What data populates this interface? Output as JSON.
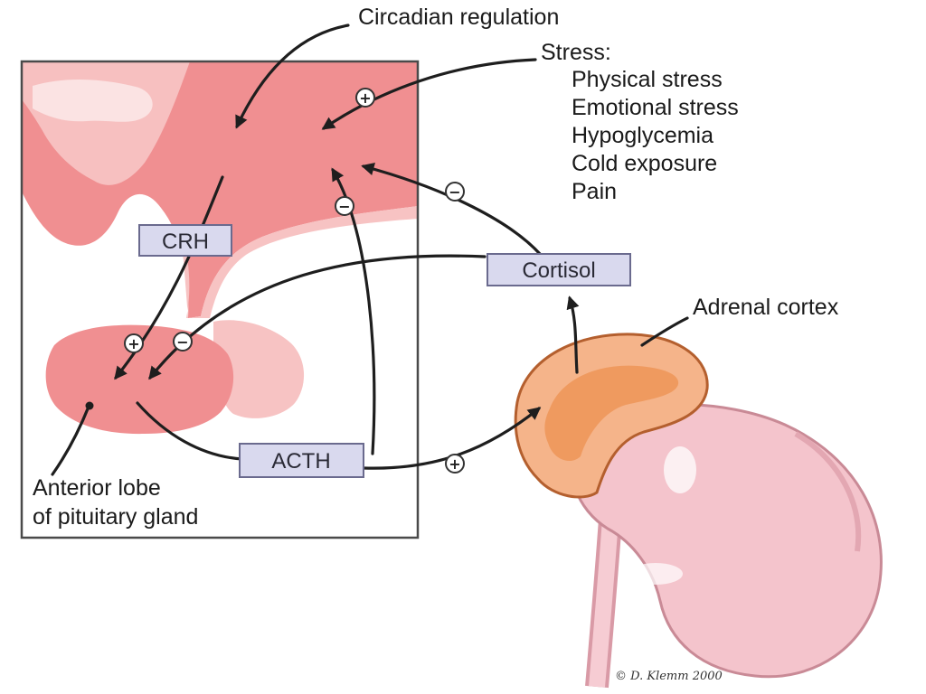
{
  "labels": {
    "circadian": "Circadian regulation",
    "stress_title": "Stress:",
    "stress_items": [
      "Physical stress",
      "Emotional stress",
      "Hypoglycemia",
      "Cold exposure",
      "Pain"
    ],
    "adrenal_cortex": "Adrenal cortex",
    "anterior_lobe_line1": "Anterior lobe",
    "anterior_lobe_line2": "of pituitary gland",
    "credit": "© D. Klemm 2000"
  },
  "hormones": {
    "crh": "CRH",
    "cortisol": "Cortisol",
    "acth": "ACTH"
  },
  "signs": {
    "plus": "+",
    "minus": "−"
  },
  "colors": {
    "box_fill": "#d9d9ee",
    "box_stroke": "#6a6a8e",
    "hypothalamus": "#f08f91",
    "tissue_light": "#f7c3c3",
    "kidney": "#f4c4cc",
    "adrenal_outer": "#f5b48a",
    "adrenal_inner": "#ef9a5f"
  }
}
